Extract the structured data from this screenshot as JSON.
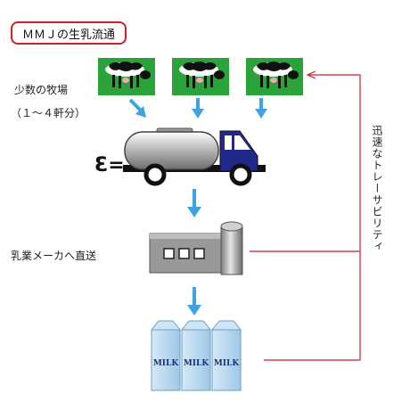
{
  "title": "ＭＭＪの生乳流通",
  "farms": {
    "label": "少数の牧場",
    "sublabel": "（１～４軒分）"
  },
  "truck_mark": "Ɛ=",
  "maker": {
    "label": "乳業メーカへ直送"
  },
  "cartons": [
    "MILK",
    "MILK",
    "MILK"
  ],
  "traceability": "迅速なトレーサビリティ",
  "colors": {
    "title_border": "#d0202a",
    "arrow": "#3ea3e0",
    "trace_line": "#c8202e",
    "field": "#2aa33a",
    "truck_cab": "#20288a",
    "carton": "#b8d8ef",
    "carton_text": "#1f2f8a"
  }
}
